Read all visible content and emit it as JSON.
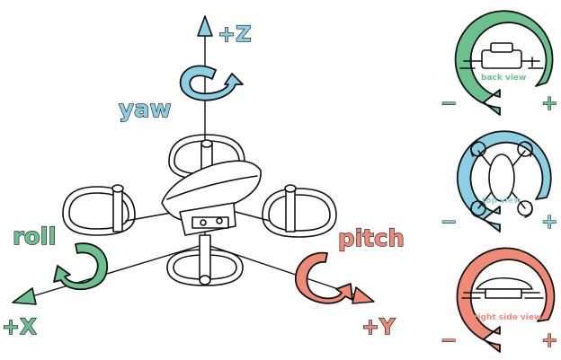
{
  "axes": {
    "z_label": "+Z",
    "x_label": "+X",
    "y_label": "+Y"
  },
  "rotations": {
    "yaw_label": "yaw",
    "roll_label": "roll",
    "pitch_label": "pitch"
  },
  "views": [
    {
      "caption": "back view",
      "minus": "−",
      "plus": "+",
      "color": "#6cc08e"
    },
    {
      "caption": "top view",
      "minus": "−",
      "plus": "+",
      "color": "#8ccfe3"
    },
    {
      "caption": "right side view",
      "minus": "−",
      "plus": "+",
      "color": "#ee8a77"
    }
  ],
  "colors": {
    "yaw": "#8ccfe3",
    "roll": "#6cc08e",
    "pitch": "#ee8a77",
    "outline": "#111111"
  }
}
